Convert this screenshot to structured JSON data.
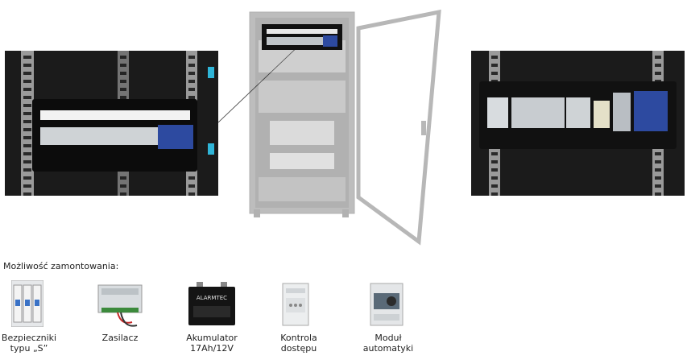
{
  "heading": "Możliwość zamontowania:",
  "items": [
    {
      "id": "breakers",
      "line1": "Bezpieczniki",
      "line2": "typu „S”"
    },
    {
      "id": "psu",
      "line1": "Zasilacz",
      "line2": ""
    },
    {
      "id": "battery",
      "line1": "Akumulator",
      "line2": "17Ah/12V",
      "brand": "ALARMTEC"
    },
    {
      "id": "access",
      "line1": "Kontrola",
      "line2": "dostępu"
    },
    {
      "id": "automation",
      "line1": "Moduł",
      "line2": "automatyki"
    }
  ]
}
